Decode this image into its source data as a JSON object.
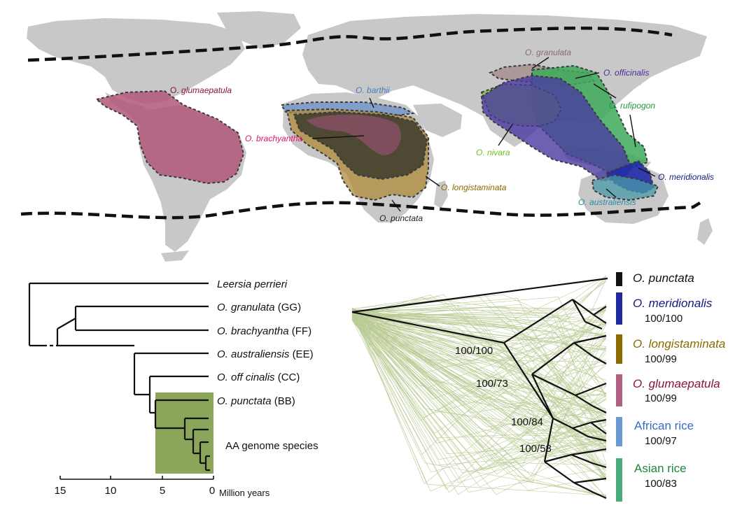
{
  "map": {
    "species": [
      {
        "id": "glumaepatula",
        "genus": "O.",
        "name": "glumaepatula",
        "color": "#8a1538",
        "fill": "#b2577a"
      },
      {
        "id": "barthii",
        "genus": "O.",
        "name": "barthii",
        "color": "#4a79c4",
        "fill": "#6f93c8"
      },
      {
        "id": "brachyantha",
        "genus": "O.",
        "name": "brachyantha",
        "color": "#e0156e",
        "fill": "#a0527a"
      },
      {
        "id": "longistaminata",
        "genus": "O.",
        "name": "longistaminata",
        "color": "#8b6a00",
        "fill": "#b08a3a"
      },
      {
        "id": "punctata",
        "genus": "O.",
        "name": "punctata",
        "color": "#222222",
        "fill": "#3b3b2b"
      },
      {
        "id": "granulata",
        "genus": "O.",
        "name": "granulata",
        "color": "#8a6a6a",
        "fill": "#a69090"
      },
      {
        "id": "officinalis",
        "genus": "O.",
        "name": "officinalis",
        "color": "#4b2aa0",
        "fill": "#4a3aa0"
      },
      {
        "id": "rufipogon",
        "genus": "O.",
        "name": "rufipogon",
        "color": "#1f9a3c",
        "fill": "#3caa5a"
      },
      {
        "id": "nivara",
        "genus": "O.",
        "name": "nivara",
        "color": "#6cc02a",
        "fill": "#7bc040"
      },
      {
        "id": "meridionalis",
        "genus": "O.",
        "name": "meridionalis",
        "color": "#141a80",
        "fill": "#1f2aa8"
      },
      {
        "id": "australiensis",
        "genus": "O.",
        "name": "australiensis",
        "color": "#2a8aa5",
        "fill": "#4a9aaa"
      }
    ]
  },
  "tree": {
    "taxa": [
      {
        "genus": "",
        "name": "Leersia perrieri",
        "genome": ""
      },
      {
        "genus": "O.",
        "name": "granulata",
        "genome": "(GG)"
      },
      {
        "genus": "O.",
        "name": "brachyantha",
        "genome": "(FF)"
      },
      {
        "genus": "O.",
        "name": "australiensis",
        "genome": "(EE)"
      },
      {
        "genus": "O.",
        "name": "off cinalis",
        "genome": "(CC)"
      },
      {
        "genus": "O.",
        "name": "punctata",
        "genome": "(BB)"
      }
    ],
    "aa_label": "AA genome species",
    "aa_color": "#8ba65a",
    "axis": {
      "ticks": [
        "15",
        "10",
        "5",
        "0"
      ],
      "unit": "Million years"
    }
  },
  "cloudtree": {
    "clades": [
      {
        "label": "O. punctata",
        "italic": true,
        "color": "#111111",
        "bar": "#111111",
        "support": ""
      },
      {
        "label": "O. meridionalis",
        "italic": true,
        "color": "#141a80",
        "bar": "#1f2aa0",
        "support": "100/100"
      },
      {
        "label": "O. longistaminata",
        "italic": true,
        "color": "#8b6a00",
        "bar": "#8b6a00",
        "support": "100/99"
      },
      {
        "label": "O. glumaepatula",
        "italic": true,
        "color": "#8a1538",
        "bar": "#b06080",
        "support": "100/99"
      },
      {
        "label": "African rice",
        "italic": false,
        "color": "#3a6ac0",
        "bar": "#6a9ad0",
        "support": "100/97"
      },
      {
        "label": "Asian rice",
        "italic": false,
        "color": "#1a8a3a",
        "bar": "#4aaa7a",
        "support": "100/83"
      }
    ],
    "node_support": [
      "100/100",
      "100/73",
      "100/84",
      "100/58"
    ],
    "cloud_color": "#7a9a30"
  }
}
